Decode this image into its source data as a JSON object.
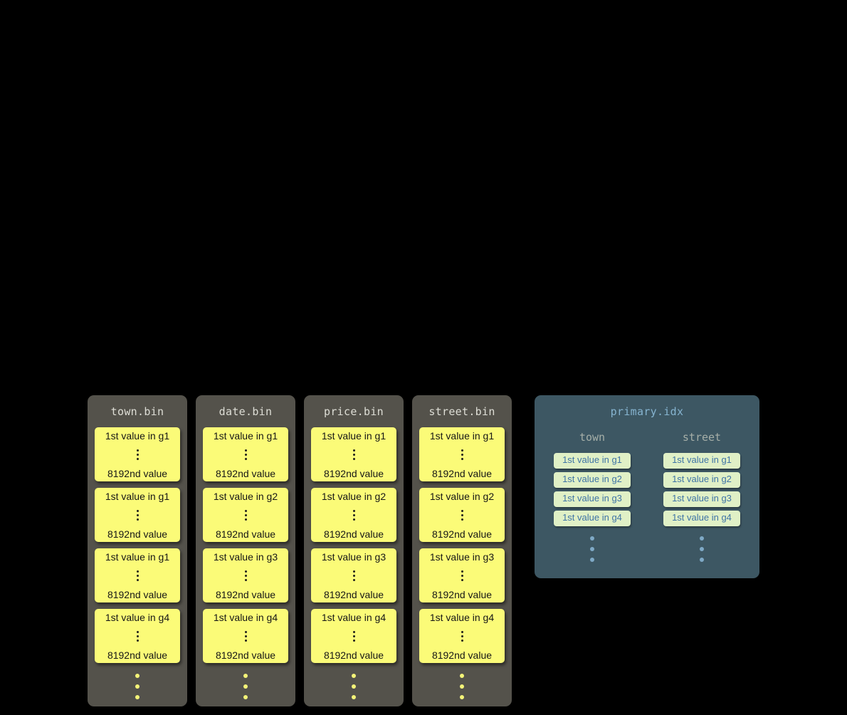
{
  "bin_files": [
    {
      "name": "town.bin",
      "granules": [
        {
          "top": "1st value in g1",
          "bottom": "8192nd value"
        },
        {
          "top": "1st value in g1",
          "bottom": "8192nd value"
        },
        {
          "top": "1st value in g1",
          "bottom": "8192nd value"
        },
        {
          "top": "1st value in g4",
          "bottom": "8192nd value"
        }
      ]
    },
    {
      "name": "date.bin",
      "granules": [
        {
          "top": "1st value in g1",
          "bottom": "8192nd value"
        },
        {
          "top": "1st value in g2",
          "bottom": "8192nd value"
        },
        {
          "top": "1st value in g3",
          "bottom": "8192nd value"
        },
        {
          "top": "1st value in g4",
          "bottom": "8192nd value"
        }
      ]
    },
    {
      "name": "price.bin",
      "granules": [
        {
          "top": "1st value in g1",
          "bottom": "8192nd value"
        },
        {
          "top": "1st value in g2",
          "bottom": "8192nd value"
        },
        {
          "top": "1st value in g3",
          "bottom": "8192nd value"
        },
        {
          "top": "1st value in g4",
          "bottom": "8192nd value"
        }
      ]
    },
    {
      "name": "street.bin",
      "granules": [
        {
          "top": "1st value in g1",
          "bottom": "8192nd value"
        },
        {
          "top": "1st value in g2",
          "bottom": "8192nd value"
        },
        {
          "top": "1st value in g3",
          "bottom": "8192nd value"
        },
        {
          "top": "1st value in g4",
          "bottom": "8192nd value"
        }
      ]
    }
  ],
  "primary_index": {
    "title": "primary.idx",
    "columns": [
      {
        "name": "town",
        "entries": [
          "1st value in g1",
          "1st value in g2",
          "1st value in g3",
          "1st value in g4"
        ]
      },
      {
        "name": "street",
        "entries": [
          "1st value in g1",
          "1st value in g2",
          "1st value in g3",
          "1st value in g4"
        ]
      }
    ]
  },
  "colors": {
    "background": "#000000",
    "bin_panel": "#54524b",
    "granule_block": "#fbfb78",
    "index_panel": "#3d5763",
    "index_title": "#86b4d0",
    "index_chip_bg": "#e0f0c6",
    "index_chip_text": "#3f74a6",
    "index_dots": "#7fa9c6"
  }
}
